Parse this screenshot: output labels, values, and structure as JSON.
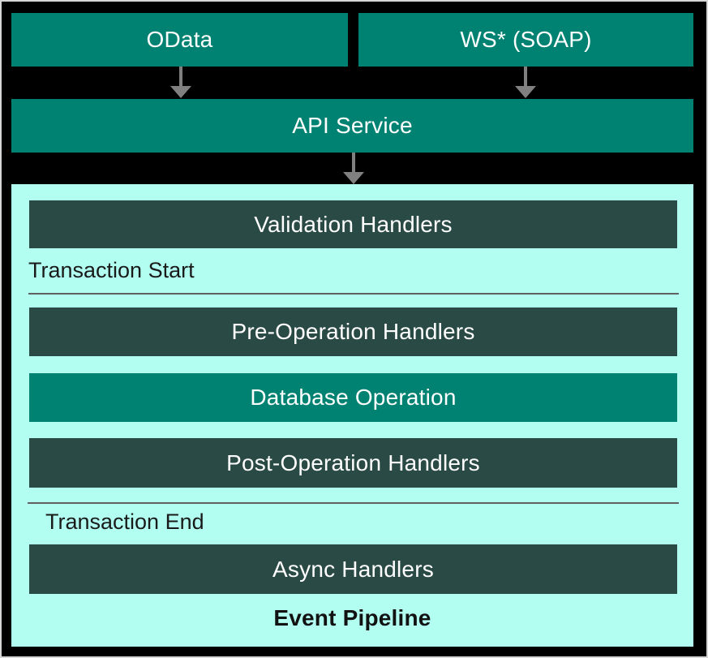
{
  "diagram": {
    "sources": [
      {
        "label": "OData"
      },
      {
        "label": "WS* (SOAP)"
      }
    ],
    "api_service": {
      "label": "API Service"
    },
    "pipeline": {
      "title": "Event Pipeline",
      "transaction_start_label": "Transaction Start",
      "transaction_end_label": "Transaction End",
      "stages": {
        "validation": "Validation Handlers",
        "pre_operation": "Pre-Operation Handlers",
        "database_operation": "Database Operation",
        "post_operation": "Post-Operation Handlers",
        "async": "Async Handlers"
      }
    },
    "icons": {
      "arrow_down": "↓"
    },
    "colors": {
      "background": "#000000",
      "frame_border": "#D6D6D6",
      "teal_box": "#008272",
      "dark_teal_box": "#2A4A45",
      "pipeline_background": "#B2FFF2",
      "arrow_gray": "#808080",
      "divider_gray": "#606060",
      "box_text": "#FFFFFF",
      "pipeline_text": "#1A1A1A"
    }
  }
}
